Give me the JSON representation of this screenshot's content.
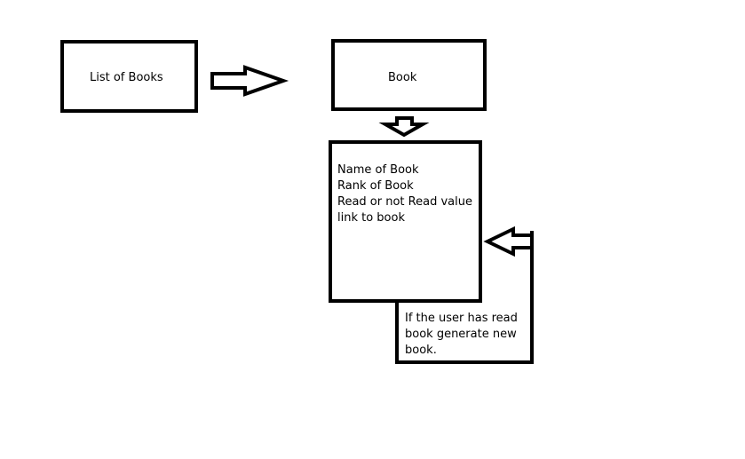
{
  "diagram": {
    "list_box": {
      "label": "List of Books"
    },
    "book_box": {
      "label": "Book"
    },
    "detail_box": {
      "lines": [
        "Name of Book",
        "Rank of Book",
        "Read or not Read value",
        "link to book"
      ]
    },
    "loop_note": {
      "lines": [
        "If the user has read",
        "book generate new",
        "book."
      ]
    },
    "colors": {
      "stroke": "#000000",
      "background": "#ffffff"
    }
  }
}
